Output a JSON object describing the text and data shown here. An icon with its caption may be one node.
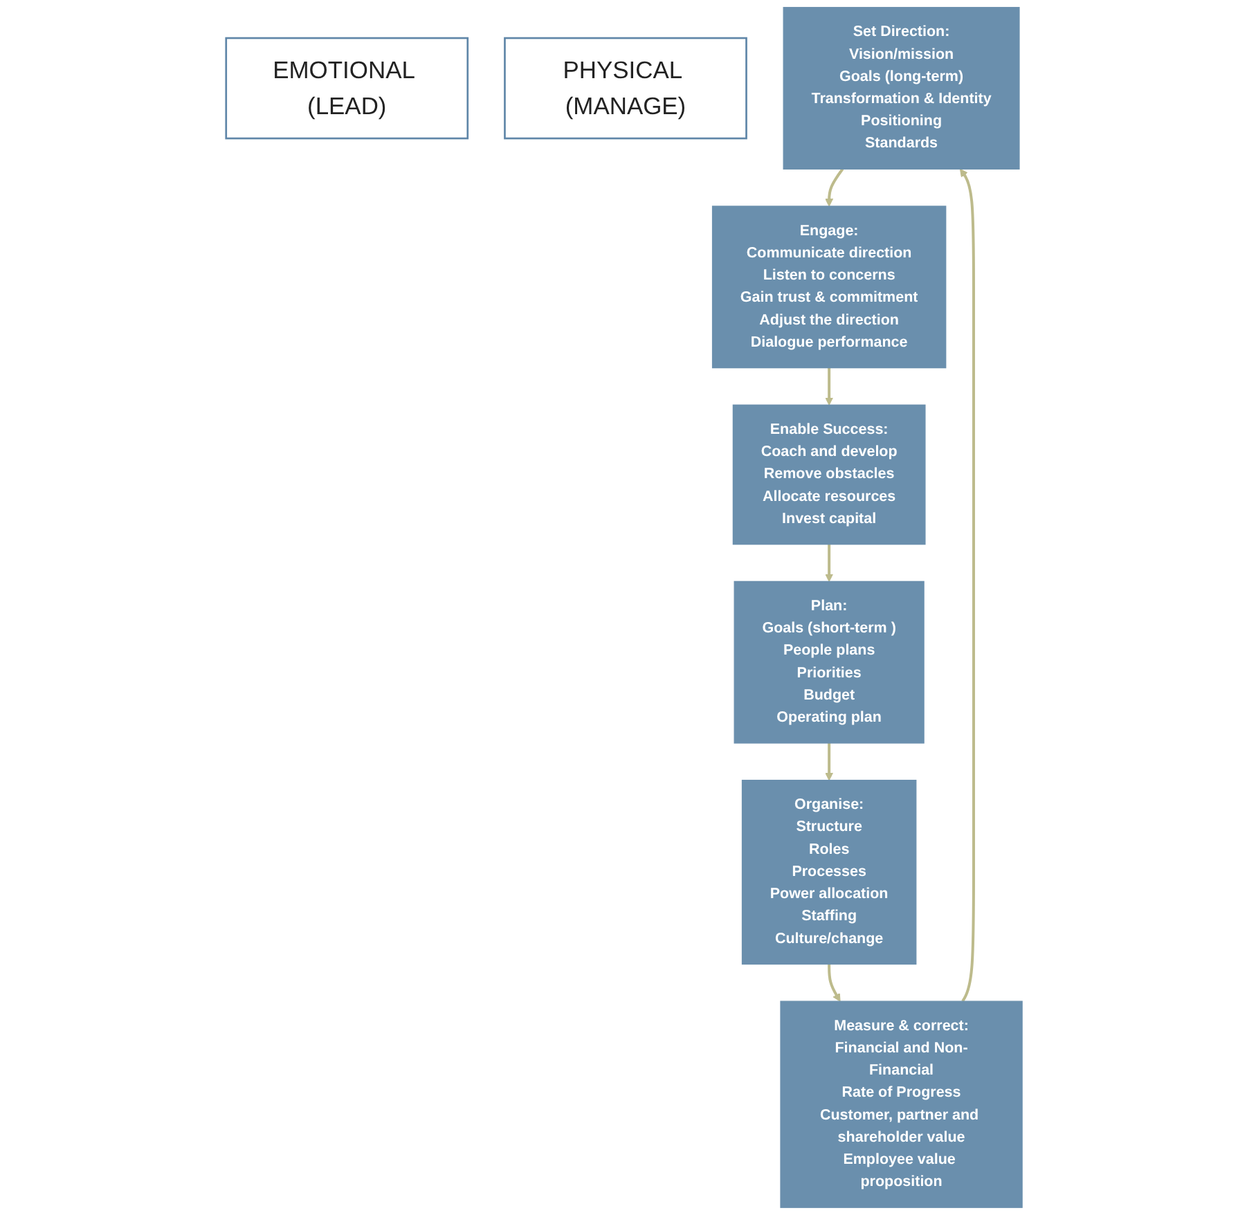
{
  "diagram": {
    "nodes": [
      {
        "text": [
          "EMOTIONAL (LEAD)"
        ]
      },
      {
        "text": [
          "PHYSICAL (MANAGE)"
        ]
      },
      {
        "text": [
          "Set Direction:",
          "Vision/mission",
          "Goals (long-term)",
          "Transformation & Identity",
          "Positioning",
          "Standards"
        ]
      },
      {
        "text": [
          "Engage:",
          "Communicate direction",
          "Listen to concerns",
          "Gain trust & commitment",
          "Adjust the direction",
          "Dialogue performance"
        ]
      },
      {
        "text": [
          "Enable Success:",
          "Coach and develop",
          "Remove obstacles",
          "Allocate resources",
          "Invest capital"
        ]
      },
      {
        "text": [
          "Plan:",
          "Goals (short-term )",
          "People plans",
          "Priorities",
          "Budget",
          "Operating plan"
        ]
      },
      {
        "text": [
          "Organise:",
          "Structure",
          "Roles",
          "Processes",
          "Power allocation",
          "Staffing",
          "Culture/change"
        ]
      },
      {
        "text": [
          "Measure & correct:",
          "Financial and Non-Financial",
          "Rate of Progress",
          "Customer, partner and shareholder value",
          "Employee value proposition"
        ]
      }
    ],
    "edges": [
      {
        "from": 2,
        "to": 3,
        "arrow": "to",
        "color": "#bdbb8c"
      },
      {
        "from": 3,
        "to": 4,
        "arrow": "to",
        "color": "#bdbb8c"
      },
      {
        "from": 4,
        "to": 5,
        "arrow": "to",
        "color": "#bdbb8c"
      },
      {
        "from": 5,
        "to": 6,
        "arrow": "to",
        "color": "#bdbb8c"
      },
      {
        "from": 6,
        "to": 7,
        "arrow": "to",
        "color": "#bdbb8c"
      },
      {
        "from": 7,
        "to": 2,
        "arrow": "to",
        "color": "#bdbb8c"
      }
    ]
  }
}
